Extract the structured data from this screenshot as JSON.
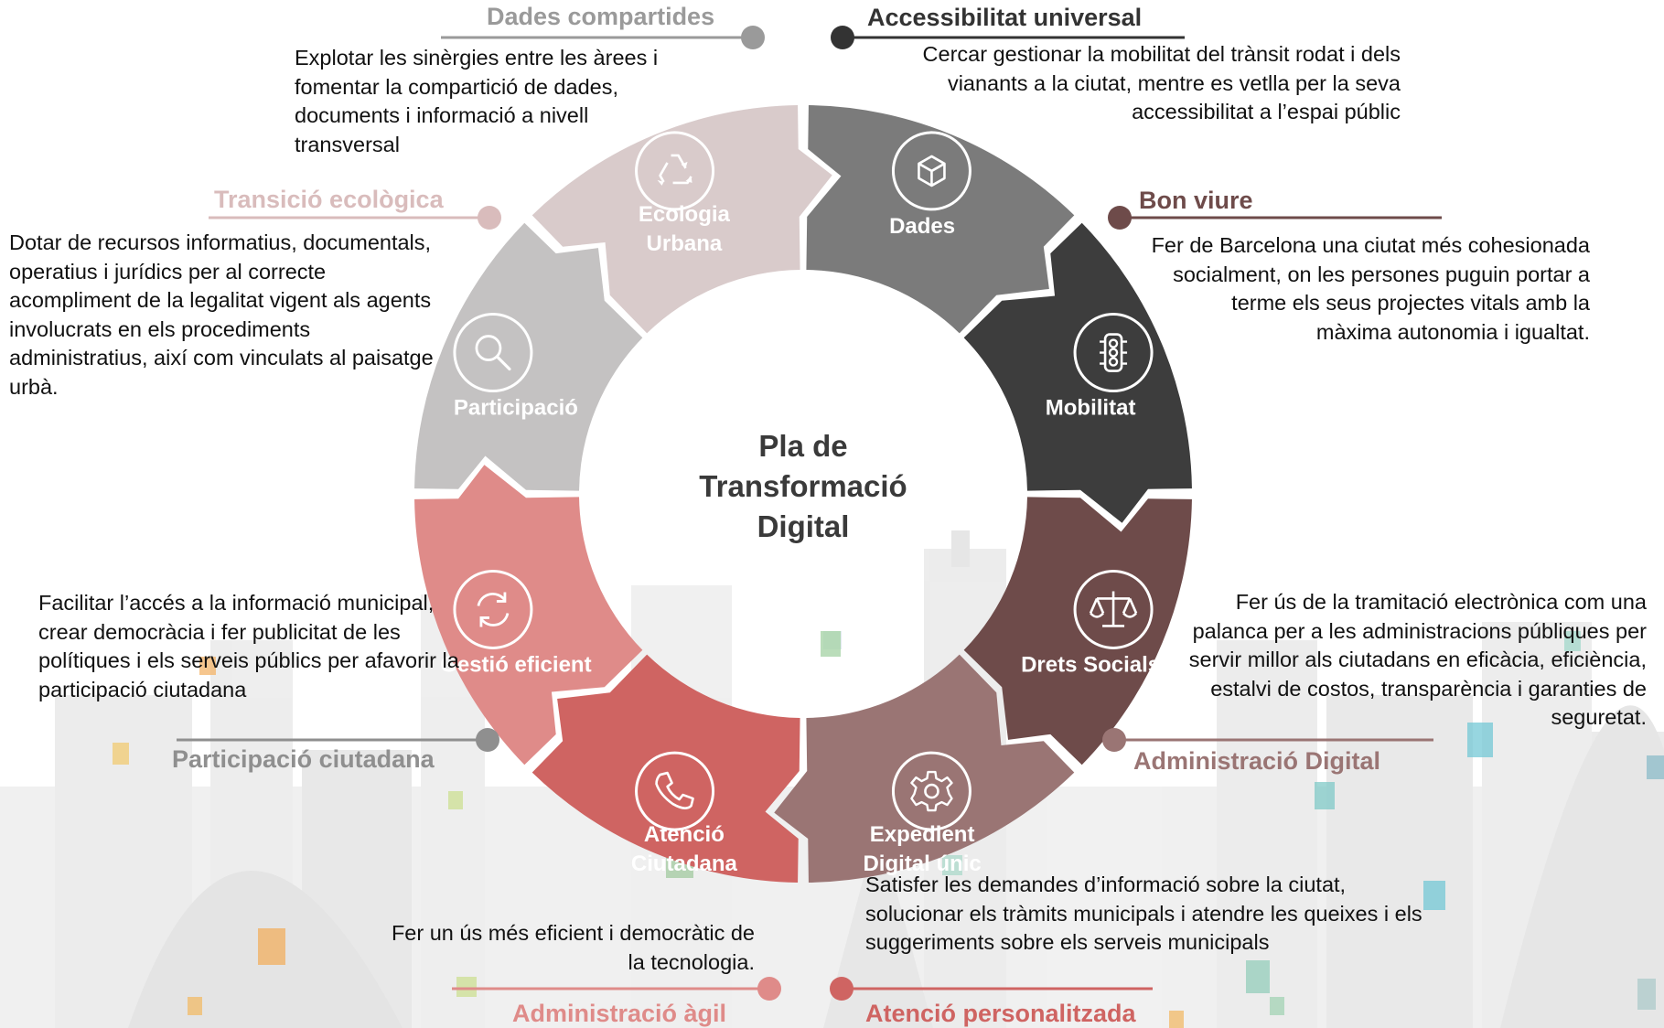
{
  "center_title": {
    "line1": "Pla de",
    "line2": "Transformació",
    "line3": "Digital"
  },
  "segments": [
    {
      "label_lines": [
        "Dades"
      ],
      "icon": "cube-icon",
      "color": "#7b7b7b"
    },
    {
      "label_lines": [
        "Mobilitat"
      ],
      "icon": "traffic-light-icon",
      "color": "#3d3d3d"
    },
    {
      "label_lines": [
        "Drets Socials"
      ],
      "icon": "scales-icon",
      "color": "#6e4b4a"
    },
    {
      "label_lines": [
        "Expedient",
        "Digital únic"
      ],
      "icon": "gear-icon",
      "color": "#9a7574"
    },
    {
      "label_lines": [
        "Atenció",
        "Ciutadana"
      ],
      "icon": "phone-icon",
      "color": "#cf6462"
    },
    {
      "label_lines": [
        "Gestió eficient"
      ],
      "icon": "refresh-icon",
      "color": "#df8b89"
    },
    {
      "label_lines": [
        "Participació"
      ],
      "icon": "search-icon",
      "color": "#c4c2c2"
    },
    {
      "label_lines": [
        "Ecologia",
        "Urbana"
      ],
      "icon": "recycle-icon",
      "color": "#d9cbcb"
    }
  ],
  "callouts": {
    "dades": {
      "title": "Dades compartides",
      "color": "#9a9a9a",
      "text": "Explotar les sinèrgies entre les àrees i fomentar la compartició de dades, documents i informació a nivell transversal"
    },
    "mobilitat": {
      "title": "Accessibilitat universal",
      "color": "#333333",
      "text": "Cercar gestionar la mobilitat del trànsit rodat i dels vianants a la ciutat, mentre es vetlla per la seva accessibilitat a l’espai públic"
    },
    "drets": {
      "title": "Bon viure",
      "color": "#6e4b4a",
      "text": "Fer de Barcelona una ciutat més cohesionada socialment, on les persones puguin portar a terme els seus projectes vitals amb la màxima autonomia i igualtat."
    },
    "expedient": {
      "title": "Administració Digital",
      "color": "#9a7574",
      "text": "Fer ús de la tramitació electrònica com una palanca per a les administracions públiques per servir millor als ciutadans en eficàcia, eficiència, estalvi de costos, transparència i garanties de seguretat."
    },
    "atencio": {
      "title": "Atenció personalitzada",
      "color": "#cf6462",
      "text": "Satisfer les demandes d’informació sobre la ciutat, solucionar els tràmits municipals i atendre les queixes i els suggeriments sobre els serveis municipals"
    },
    "gestio": {
      "title": "Administració àgil",
      "color": "#df8b89",
      "text": "Fer un ús més eficient i democràtic de la tecnologia."
    },
    "participacio": {
      "title": "Participació ciutadana",
      "color": "#8f8f8f",
      "text": "Facilitar l’accés a la informació municipal, crear democràcia i fer publicitat de les polítiques i els serveis públics per afavorir la participació ciutadana"
    },
    "ecologia": {
      "title": "Transició ecològica",
      "color": "#d9bcbc",
      "text": "Dotar de recursos informatius, documentals, operatius i jurídics per al correcte acompliment de la legalitat vigent als agents involucrats en els procediments administratius, així com vinculats al paisatge urbà."
    }
  }
}
